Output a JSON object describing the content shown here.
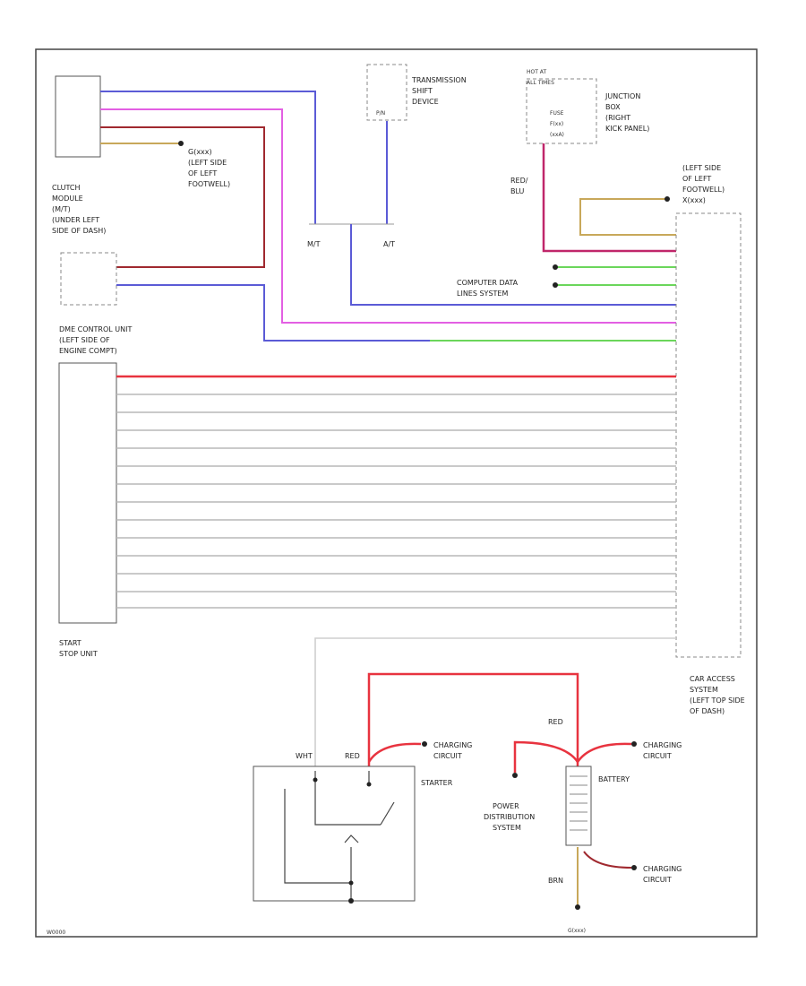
{
  "diagram_id": "W0000",
  "labels": {
    "clutch_module": [
      "CLUTCH",
      "MODULE",
      "(M/T)",
      "(UNDER LEFT",
      "SIDE OF DASH)"
    ],
    "g_left_footwell": [
      "G(xxx)",
      "(LEFT SIDE",
      "OF LEFT",
      "FOOTWELL)"
    ],
    "transmission": [
      "TRANSMISSION",
      "SHIFT",
      "DEVICE"
    ],
    "hot_at_all_times": [
      "HOT AT",
      "ALL TIMES"
    ],
    "fuse": [
      "FUSE",
      "F(xx)",
      "(xxA)"
    ],
    "junction_box": [
      "JUNCTION",
      "BOX",
      "(RIGHT",
      "KICK PANEL)"
    ],
    "left_side_footwell": [
      "(LEFT SIDE",
      "OF LEFT",
      "FOOTWELL)",
      "X(xxx)"
    ],
    "mt": "M/T",
    "at": "A/T",
    "pn": "P/N",
    "computer_data": [
      "COMPUTER DATA",
      "LINES SYSTEM"
    ],
    "dme": [
      "DME CONTROL UNIT",
      "(LEFT SIDE OF",
      "ENGINE COMPT)"
    ],
    "start_stop": [
      "START",
      "STOP UNIT"
    ],
    "car_access": [
      "CAR ACCESS",
      "SYSTEM",
      "(LEFT TOP SIDE",
      "OF DASH)"
    ],
    "starter": "STARTER",
    "battery": "BATTERY",
    "power_dist": [
      "POWER",
      "DISTRIBUTION",
      "SYSTEM"
    ],
    "charging": [
      "CHARGING",
      "CIRCUIT"
    ],
    "red": "RED",
    "wht": "WHT",
    "brn": "BRN",
    "red_blu": [
      "RED/",
      "BLU"
    ],
    "ground": "G(xxx)"
  },
  "wires": {
    "red": "#e8333f",
    "blue": "#5b5bd6",
    "pink": "#e35fe3",
    "dark_red": "#a0292f",
    "tan": "#c8a85a",
    "green": "#6bd65b",
    "gray": "#b9b9b9",
    "magenta": "#c0266a"
  }
}
